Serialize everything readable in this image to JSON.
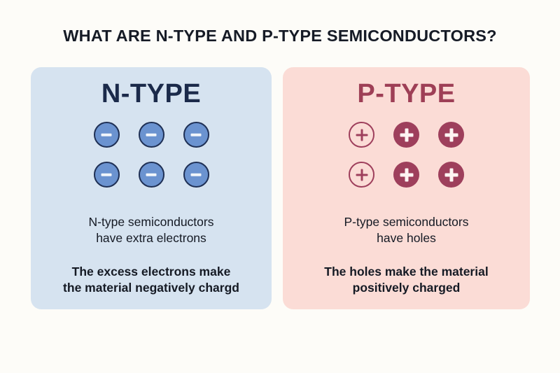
{
  "title": "WHAT ARE N-TYPE AND P-TYPE SEMICONDUCTORS?",
  "colors": {
    "background": "#fdfcf8",
    "title_text": "#161b26",
    "panel_n_bg": "#d6e3f0",
    "panel_p_bg": "#fbdcd6",
    "n_heading": "#1b2a4a",
    "p_heading": "#9e3f56",
    "electron_fill": "#6b93d0",
    "electron_ring": "#1f3055",
    "hole_maroon": "#9e3f5c",
    "body_text": "#151a24"
  },
  "panels": {
    "n_type": {
      "heading": "N-TYPE",
      "carrier_symbol": "minus",
      "carrier_name": "electron",
      "carrier_count": 6,
      "carriers": [
        {
          "style": "filled",
          "sign": "−"
        },
        {
          "style": "filled",
          "sign": "−"
        },
        {
          "style": "filled",
          "sign": "−"
        },
        {
          "style": "filled",
          "sign": "−"
        },
        {
          "style": "filled",
          "sign": "−"
        },
        {
          "style": "filled",
          "sign": "−"
        }
      ],
      "paragraph_1": "N-type semiconductors\nhave extra electrons",
      "paragraph_2": "The excess electrons make\nthe material negatively chargd"
    },
    "p_type": {
      "heading": "P-TYPE",
      "carrier_symbol": "plus",
      "carrier_name": "hole",
      "carrier_count": 6,
      "carriers": [
        {
          "style": "outline",
          "sign": "+"
        },
        {
          "style": "filled",
          "sign": "+"
        },
        {
          "style": "filled",
          "sign": "+"
        },
        {
          "style": "outline",
          "sign": "+"
        },
        {
          "style": "filled",
          "sign": "+"
        },
        {
          "style": "filled",
          "sign": "+"
        }
      ],
      "paragraph_1": "P-type semiconductors\nhave holes",
      "paragraph_2": "The holes make the material\npositively charged"
    }
  }
}
